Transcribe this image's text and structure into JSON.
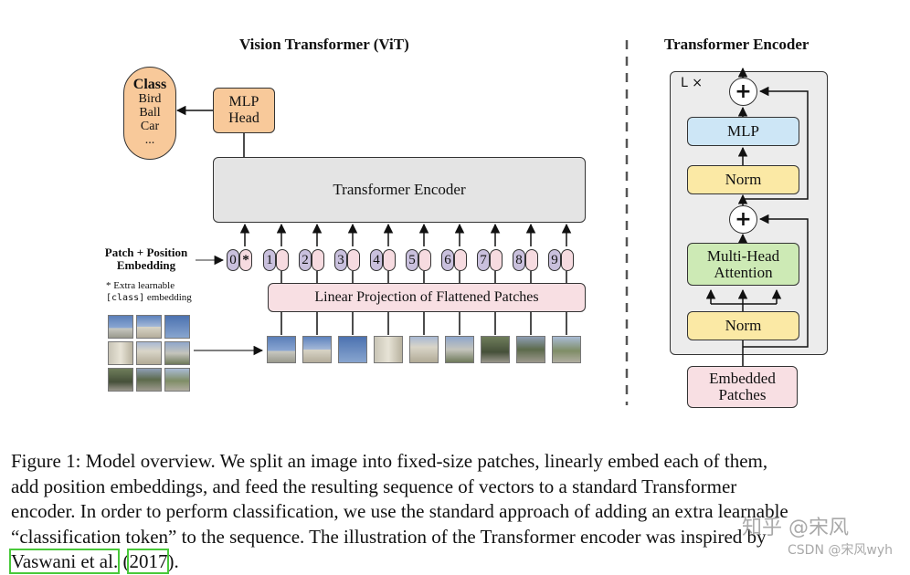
{
  "vit": {
    "title": "Vision Transformer (ViT)",
    "class_box": {
      "title": "Class",
      "items": [
        "Bird",
        "Ball",
        "Car",
        "..."
      ]
    },
    "mlp_head": "MLP\nHead",
    "transformer_encoder": "Transformer Encoder",
    "patch_position_label": "Patch + Position\nEmbedding",
    "extra_learnable": "* Extra learnable",
    "class_embedding_code": "[class]",
    "class_embedding_text": " embedding",
    "linear_projection": "Linear Projection of Flattened Patches",
    "tokens": [
      "0",
      "1",
      "2",
      "3",
      "4",
      "5",
      "6",
      "7",
      "8",
      "9"
    ],
    "cls_marker": "*"
  },
  "encoder": {
    "title": "Transformer Encoder",
    "repeat": "L ×",
    "plus": "+",
    "mlp": "MLP",
    "norm_top": "Norm",
    "mha": "Multi-Head\nAttention",
    "norm_bottom": "Norm",
    "embedded_patches": "Embedded\nPatches"
  },
  "caption": {
    "line1": "Figure 1: Model overview. We split an image into fixed-size patches, linearly embed each of them,",
    "line2": "add position embeddings, and feed the resulting sequence of vectors to a standard Transformer",
    "line3": "encoder. In order to perform classification, we use the standard approach of adding an extra learnable",
    "line4": "“classification token” to the sequence. The illustration of the Transformer encoder was inspired by",
    "cite_authors": "Vaswani et al.",
    "cite_year": "2017",
    "line5_open": " (",
    "line5_close": ")."
  },
  "watermark": {
    "zhihu": "知乎 @宋风",
    "csdn": "CSDN @宋风wyh"
  },
  "colors": {
    "class_box": "#f8c99a",
    "mlp_head": "#f8c99a",
    "transformer_encoder": "#e4e4e4",
    "linear_projection": "#f8dfe3",
    "encoder_bg": "#ececec",
    "mlp_block": "#cde6f6",
    "norm_block": "#fbe9a5",
    "mha_block": "#cdeab5",
    "embedded_patches": "#f8dfe3",
    "cite_highlight": "#49c93a"
  }
}
